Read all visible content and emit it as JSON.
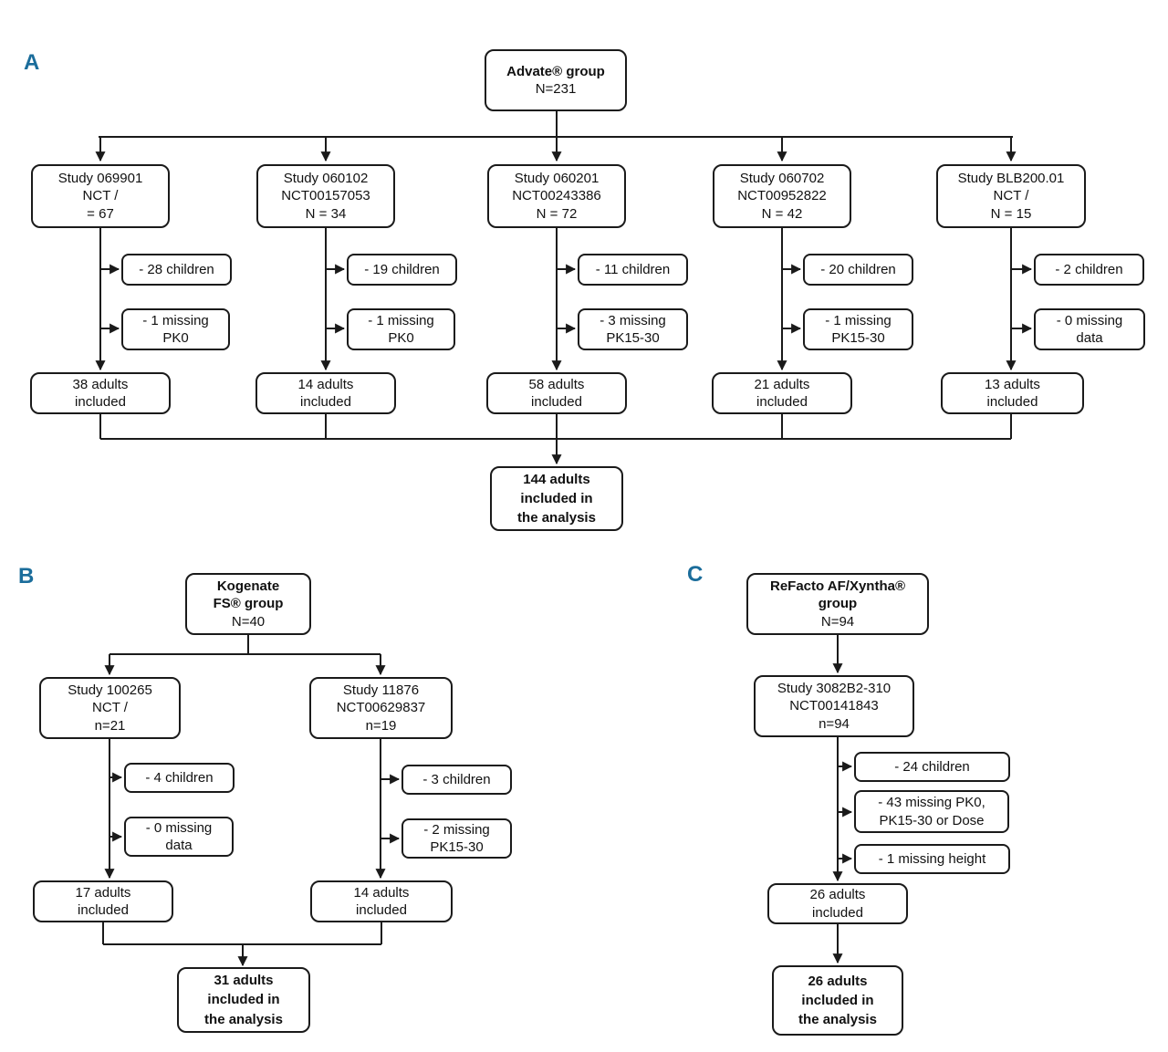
{
  "figure": {
    "type": "study-flow-diagram",
    "accent_color": "#1b6d9b",
    "line_color": "#1a1a1a"
  },
  "panel_a": {
    "label": "A",
    "root": {
      "title": "Advate® group",
      "n": "N=231"
    },
    "studies": [
      {
        "box": "Study 069901\nNCT /\n= 67",
        "children": "- 28 children",
        "missing": "- 1 missing\nPK0",
        "included": "38 adults\nincluded"
      },
      {
        "box": "Study 060102\nNCT00157053\nN = 34",
        "children": "- 19 children",
        "missing": "- 1 missing\nPK0",
        "included": "14 adults\nincluded"
      },
      {
        "box": "Study 060201\nNCT00243386\nN = 72",
        "children": "- 11 children",
        "missing": "- 3 missing\nPK15-30",
        "included": "58 adults\nincluded"
      },
      {
        "box": "Study 060702\nNCT00952822\nN = 42",
        "children": "- 20 children",
        "missing": "- 1 missing\nPK15-30",
        "included": "21 adults\nincluded"
      },
      {
        "box": "Study BLB200.01\nNCT /\nN = 15",
        "children": "- 2 children",
        "missing": "- 0 missing\ndata",
        "included": "13 adults\nincluded"
      }
    ],
    "final": "144 adults\nincluded in\nthe analysis"
  },
  "panel_b": {
    "label": "B",
    "root": {
      "title": "Kogenate\nFS® group",
      "n": "N=40"
    },
    "studies": [
      {
        "box": "Study 100265\nNCT /\nn=21",
        "children": "- 4 children",
        "missing": "- 0 missing\ndata",
        "included": "17 adults\nincluded"
      },
      {
        "box": "Study 11876\nNCT00629837\nn=19",
        "children": "- 3 children",
        "missing": "- 2 missing\nPK15-30",
        "included": "14 adults\nincluded"
      }
    ],
    "final": "31 adults\nincluded in\nthe analysis"
  },
  "panel_c": {
    "label": "C",
    "root": {
      "title": "ReFacto AF/Xyntha®\ngroup",
      "n": "N=94"
    },
    "study": {
      "box": "Study 3082B2-310\nNCT00141843\nn=94"
    },
    "exclusions": [
      "- 24 children",
      "- 43 missing PK0,\nPK15-30 or Dose",
      "- 1 missing height"
    ],
    "included": "26 adults\nincluded",
    "final": "26 adults\nincluded in\nthe analysis"
  }
}
